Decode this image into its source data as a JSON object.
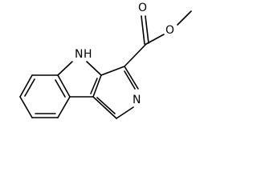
{
  "molecule": {
    "atoms": {
      "nh": "N",
      "nh_h": "H",
      "pyridine_n": "N",
      "carbonyl_o": "O",
      "ester_o": "O"
    },
    "colors": {
      "bond": "#000000",
      "label": "#000000",
      "background": "#ffffff"
    }
  }
}
